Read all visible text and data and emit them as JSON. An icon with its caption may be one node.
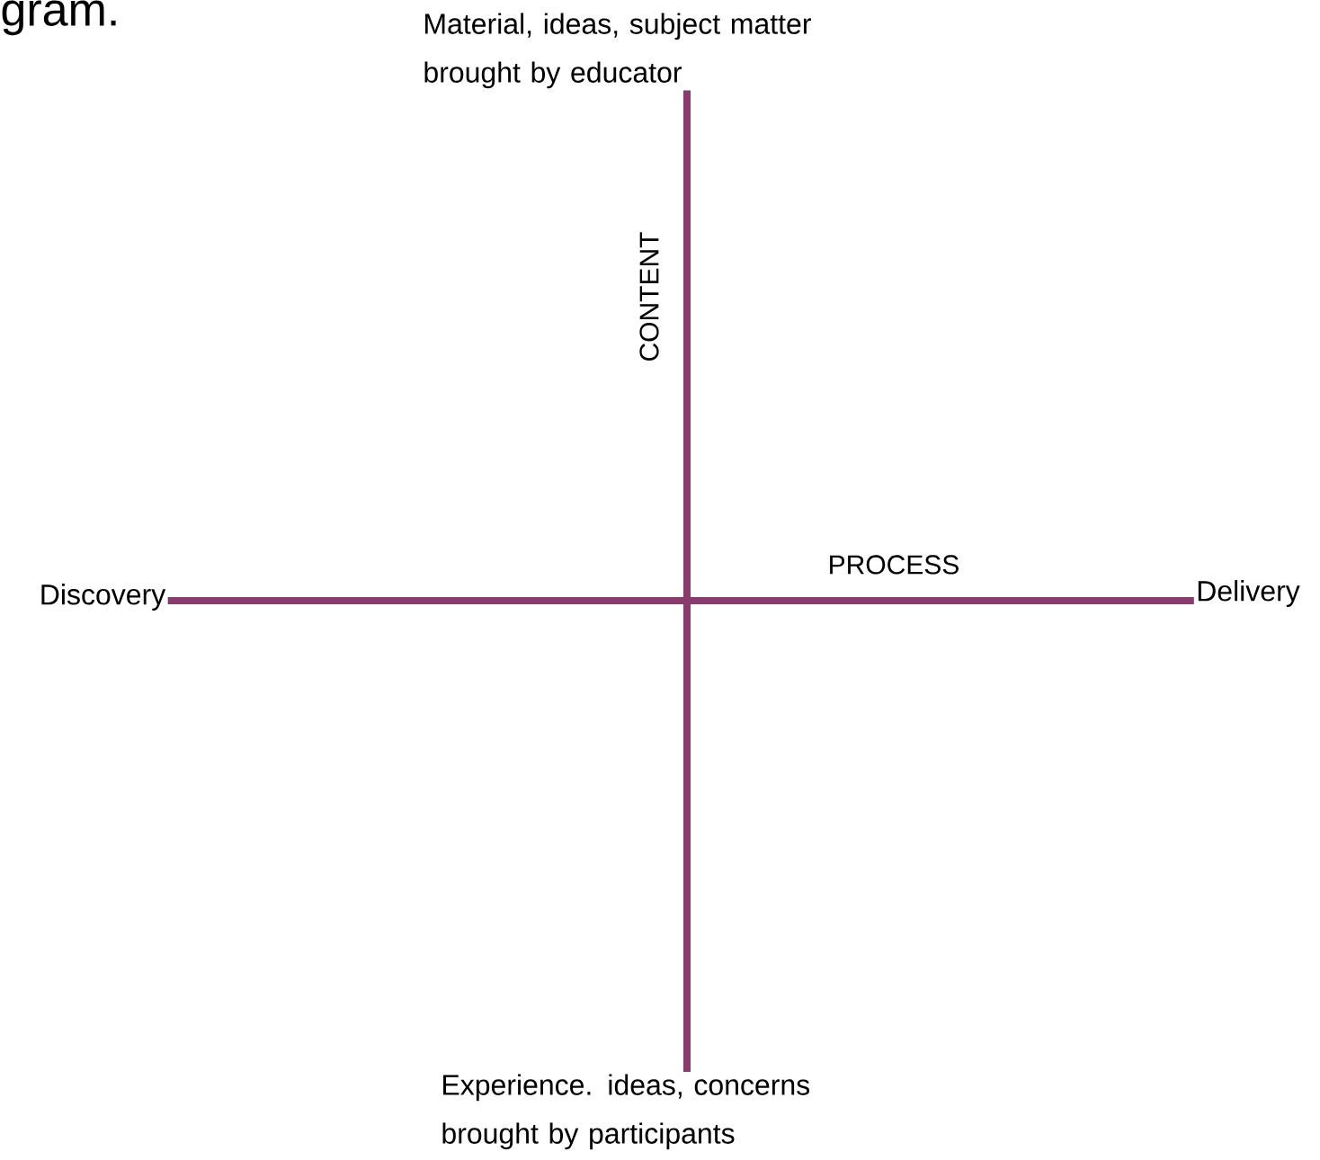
{
  "diagram": {
    "nodes": [
      {
        "text": [
          "Material, ideas, subject matter brought by educator"
        ]
      },
      {
        "text": [
          "Discovery"
        ]
      },
      {
        "text": [
          "Delivery"
        ]
      },
      {
        "text": [
          "Experience. ideas, concerns brought by participants"
        ]
      }
    ],
    "edges": [
      {
        "from": 0,
        "to": 3,
        "arrow": "none",
        "label": "CONTENT"
      },
      {
        "from": 1,
        "to": 2,
        "arrow": "none",
        "label": "PROCESS"
      }
    ],
    "labels": [
      "gram."
    ]
  }
}
